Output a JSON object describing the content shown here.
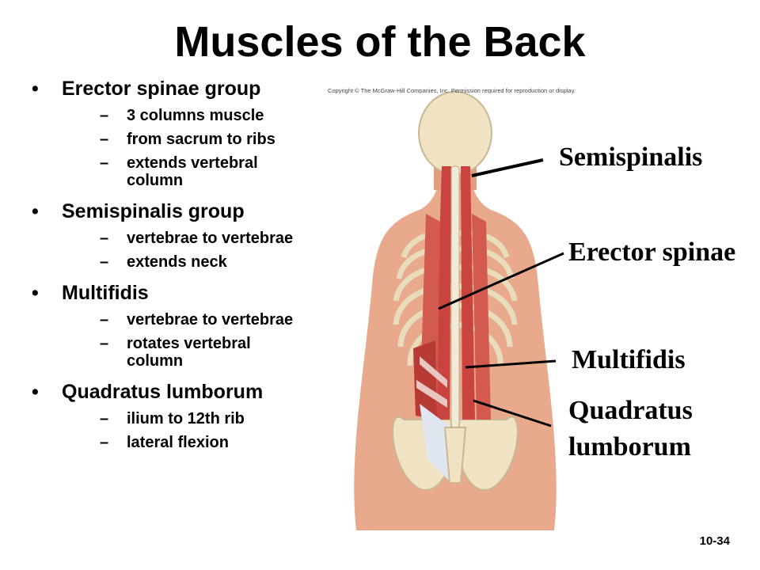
{
  "title": "Muscles of the Back",
  "bullets": [
    {
      "label": "Erector spinae group",
      "subs": [
        "3 columns muscle",
        "from sacrum to ribs",
        "extends vertebral column"
      ]
    },
    {
      "label": "Semispinalis group",
      "subs": [
        "vertebrae to vertebrae",
        "extends neck"
      ]
    },
    {
      "label": "Multifidis",
      "subs": [
        "vertebrae to vertebrae",
        "rotates vertebral column"
      ]
    },
    {
      "label": "Quadratus lumborum",
      "subs": [
        "ilium to 12th rib",
        "lateral flexion"
      ]
    }
  ],
  "figure": {
    "copyright": "Copyright © The McGraw-Hill Companies, Inc. Permission required for reproduction or display."
  },
  "callouts": {
    "semispinalis": "Semispinalis",
    "erector_spinae": "Erector spinae",
    "multifidis": "Multifidis",
    "quadratus_line1": "Quadratus",
    "quadratus_line2": "lumborum"
  },
  "slide_number": "10-34",
  "colors": {
    "skin": "#e9a98d",
    "muscle": "#c9443e",
    "bone": "#efe3c4",
    "tendon": "#dfe6f0"
  }
}
